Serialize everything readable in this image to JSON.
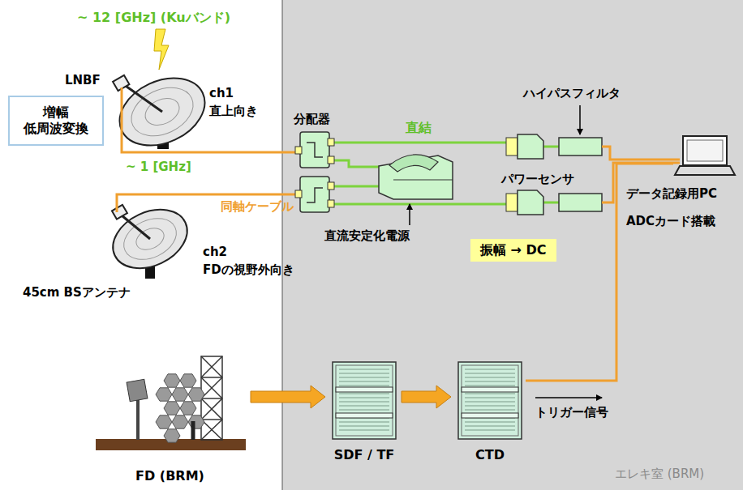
{
  "diagram": {
    "nodes": [
      {
        "text": [
          "増幅 低周波変換"
        ]
      },
      {
        "text": [
          "データ記録用PC",
          "ADCカード搭載"
        ]
      },
      {
        "text": [
          "振幅 → DC"
        ]
      },
      {
        "text": [
          "FD (BRM)"
        ]
      },
      {
        "text": [
          "SDF / TF"
        ]
      },
      {
        "text": [
          "CTD"
        ]
      }
    ],
    "edges": [
      {
        "from": 3,
        "to": 4,
        "arrow": "to"
      },
      {
        "from": 4,
        "to": 5,
        "arrow": "to"
      },
      {
        "from": 5,
        "to": 1,
        "label": "トリガー信号",
        "arrow": "none"
      }
    ],
    "labels": [
      "~ 12 [GHz] (Kuバンド)",
      "LNBF",
      "ch1",
      "直上向き",
      "~ 1 [GHz]",
      "同軸ケーブル",
      "ch2",
      "FDの視野外向き",
      "45cm BSアンテナ",
      "分配器",
      "直結",
      "ハイパスフィルタ",
      "パワーセンサ",
      "直流安定化電源",
      "エレキ室 (BRM)"
    ]
  }
}
